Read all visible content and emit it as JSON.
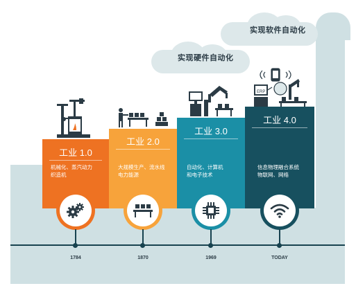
{
  "clouds": {
    "hardware": "实现硬件自动化",
    "software": "实现软件自动化"
  },
  "stages": [
    {
      "title": "工业 1.0",
      "desc": "机械化、蒸汽动力\n织造机",
      "year": "1784",
      "color": "#ee7222",
      "icon": "gears-icon"
    },
    {
      "title": "工业 2.0",
      "desc": "大规模生产、流水线\n电力能源",
      "year": "1870",
      "color": "#f7a33b",
      "icon": "conveyor-icon"
    },
    {
      "title": "工业 3.0",
      "desc": "自动化、计算机\n和电子技术",
      "year": "1969",
      "color": "#1b8fa6",
      "icon": "chip-icon"
    },
    {
      "title": "工业 4.0",
      "desc": "信息物理融合系统\n物联网、网络",
      "year": "TODAY",
      "color": "#17505f",
      "icon": "wifi-icon"
    }
  ],
  "erp_label": "ERP",
  "colors": {
    "ground": "#cfe0e3",
    "timeline": "#17424f",
    "illustration": "#2b3b45"
  }
}
